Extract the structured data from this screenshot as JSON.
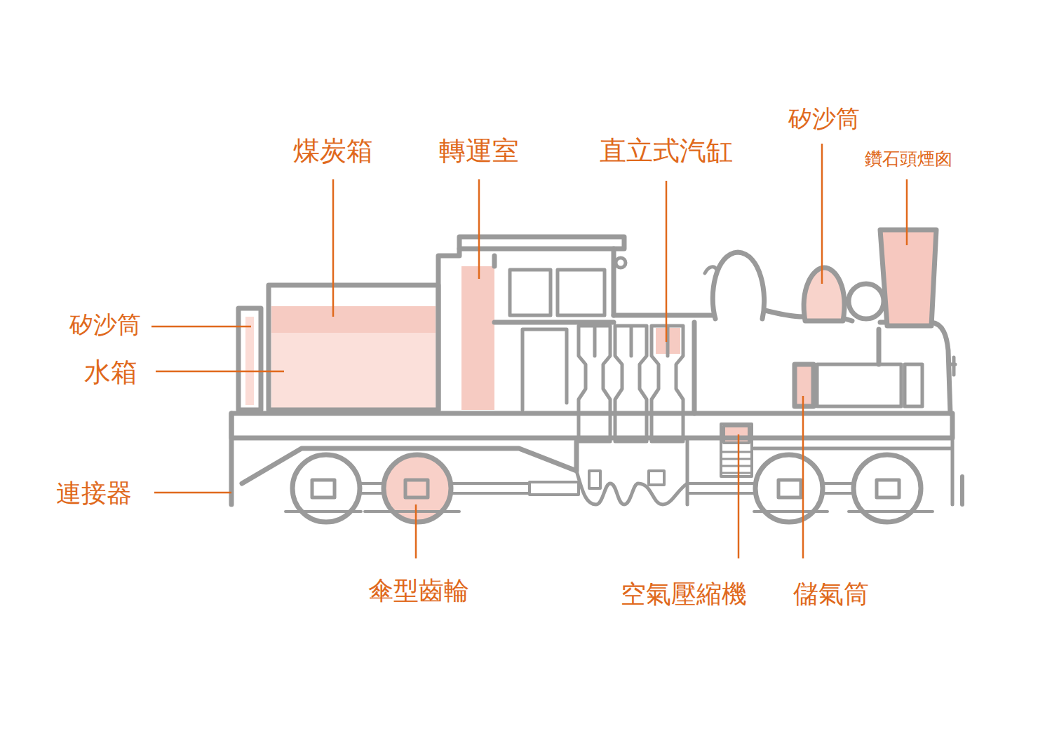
{
  "diagram": {
    "labels": [
      "矽沙筒",
      "煤炭箱",
      "轉運室",
      "直立式汽缸",
      "鑽石頭煙囪",
      "矽沙筒",
      "水箱",
      "連接器",
      "傘型齒輪",
      "空氣壓縮機",
      "儲氣筒"
    ]
  }
}
